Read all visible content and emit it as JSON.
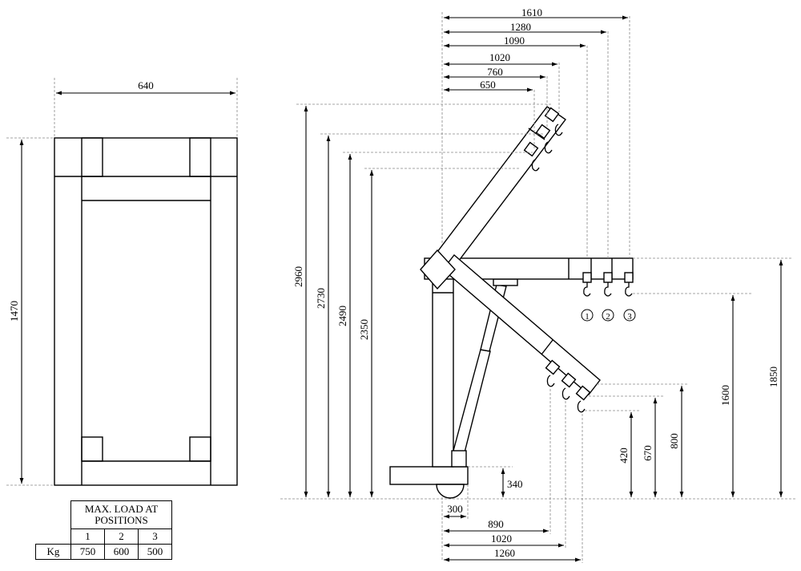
{
  "top_view": {
    "width_label": "640",
    "length_label": "1470"
  },
  "side_view": {
    "top_dims": [
      "1610",
      "1280",
      "1090",
      "1020",
      "760",
      "650"
    ],
    "left_heights": [
      "2960",
      "2730",
      "2490",
      "2350"
    ],
    "right_heights": [
      "1850",
      "1600",
      "800",
      "670",
      "420"
    ],
    "base_height": "340",
    "bottom_dims": [
      "300",
      "890",
      "1020",
      "1260"
    ],
    "positions": [
      "1",
      "2",
      "3"
    ]
  },
  "load_table": {
    "header": "MAX. LOAD AT POSITIONS",
    "columns": [
      "1",
      "2",
      "3"
    ],
    "row_label": "Kg",
    "values": [
      "750",
      "600",
      "500"
    ]
  },
  "arrowhead-icon": "arrow-icon"
}
